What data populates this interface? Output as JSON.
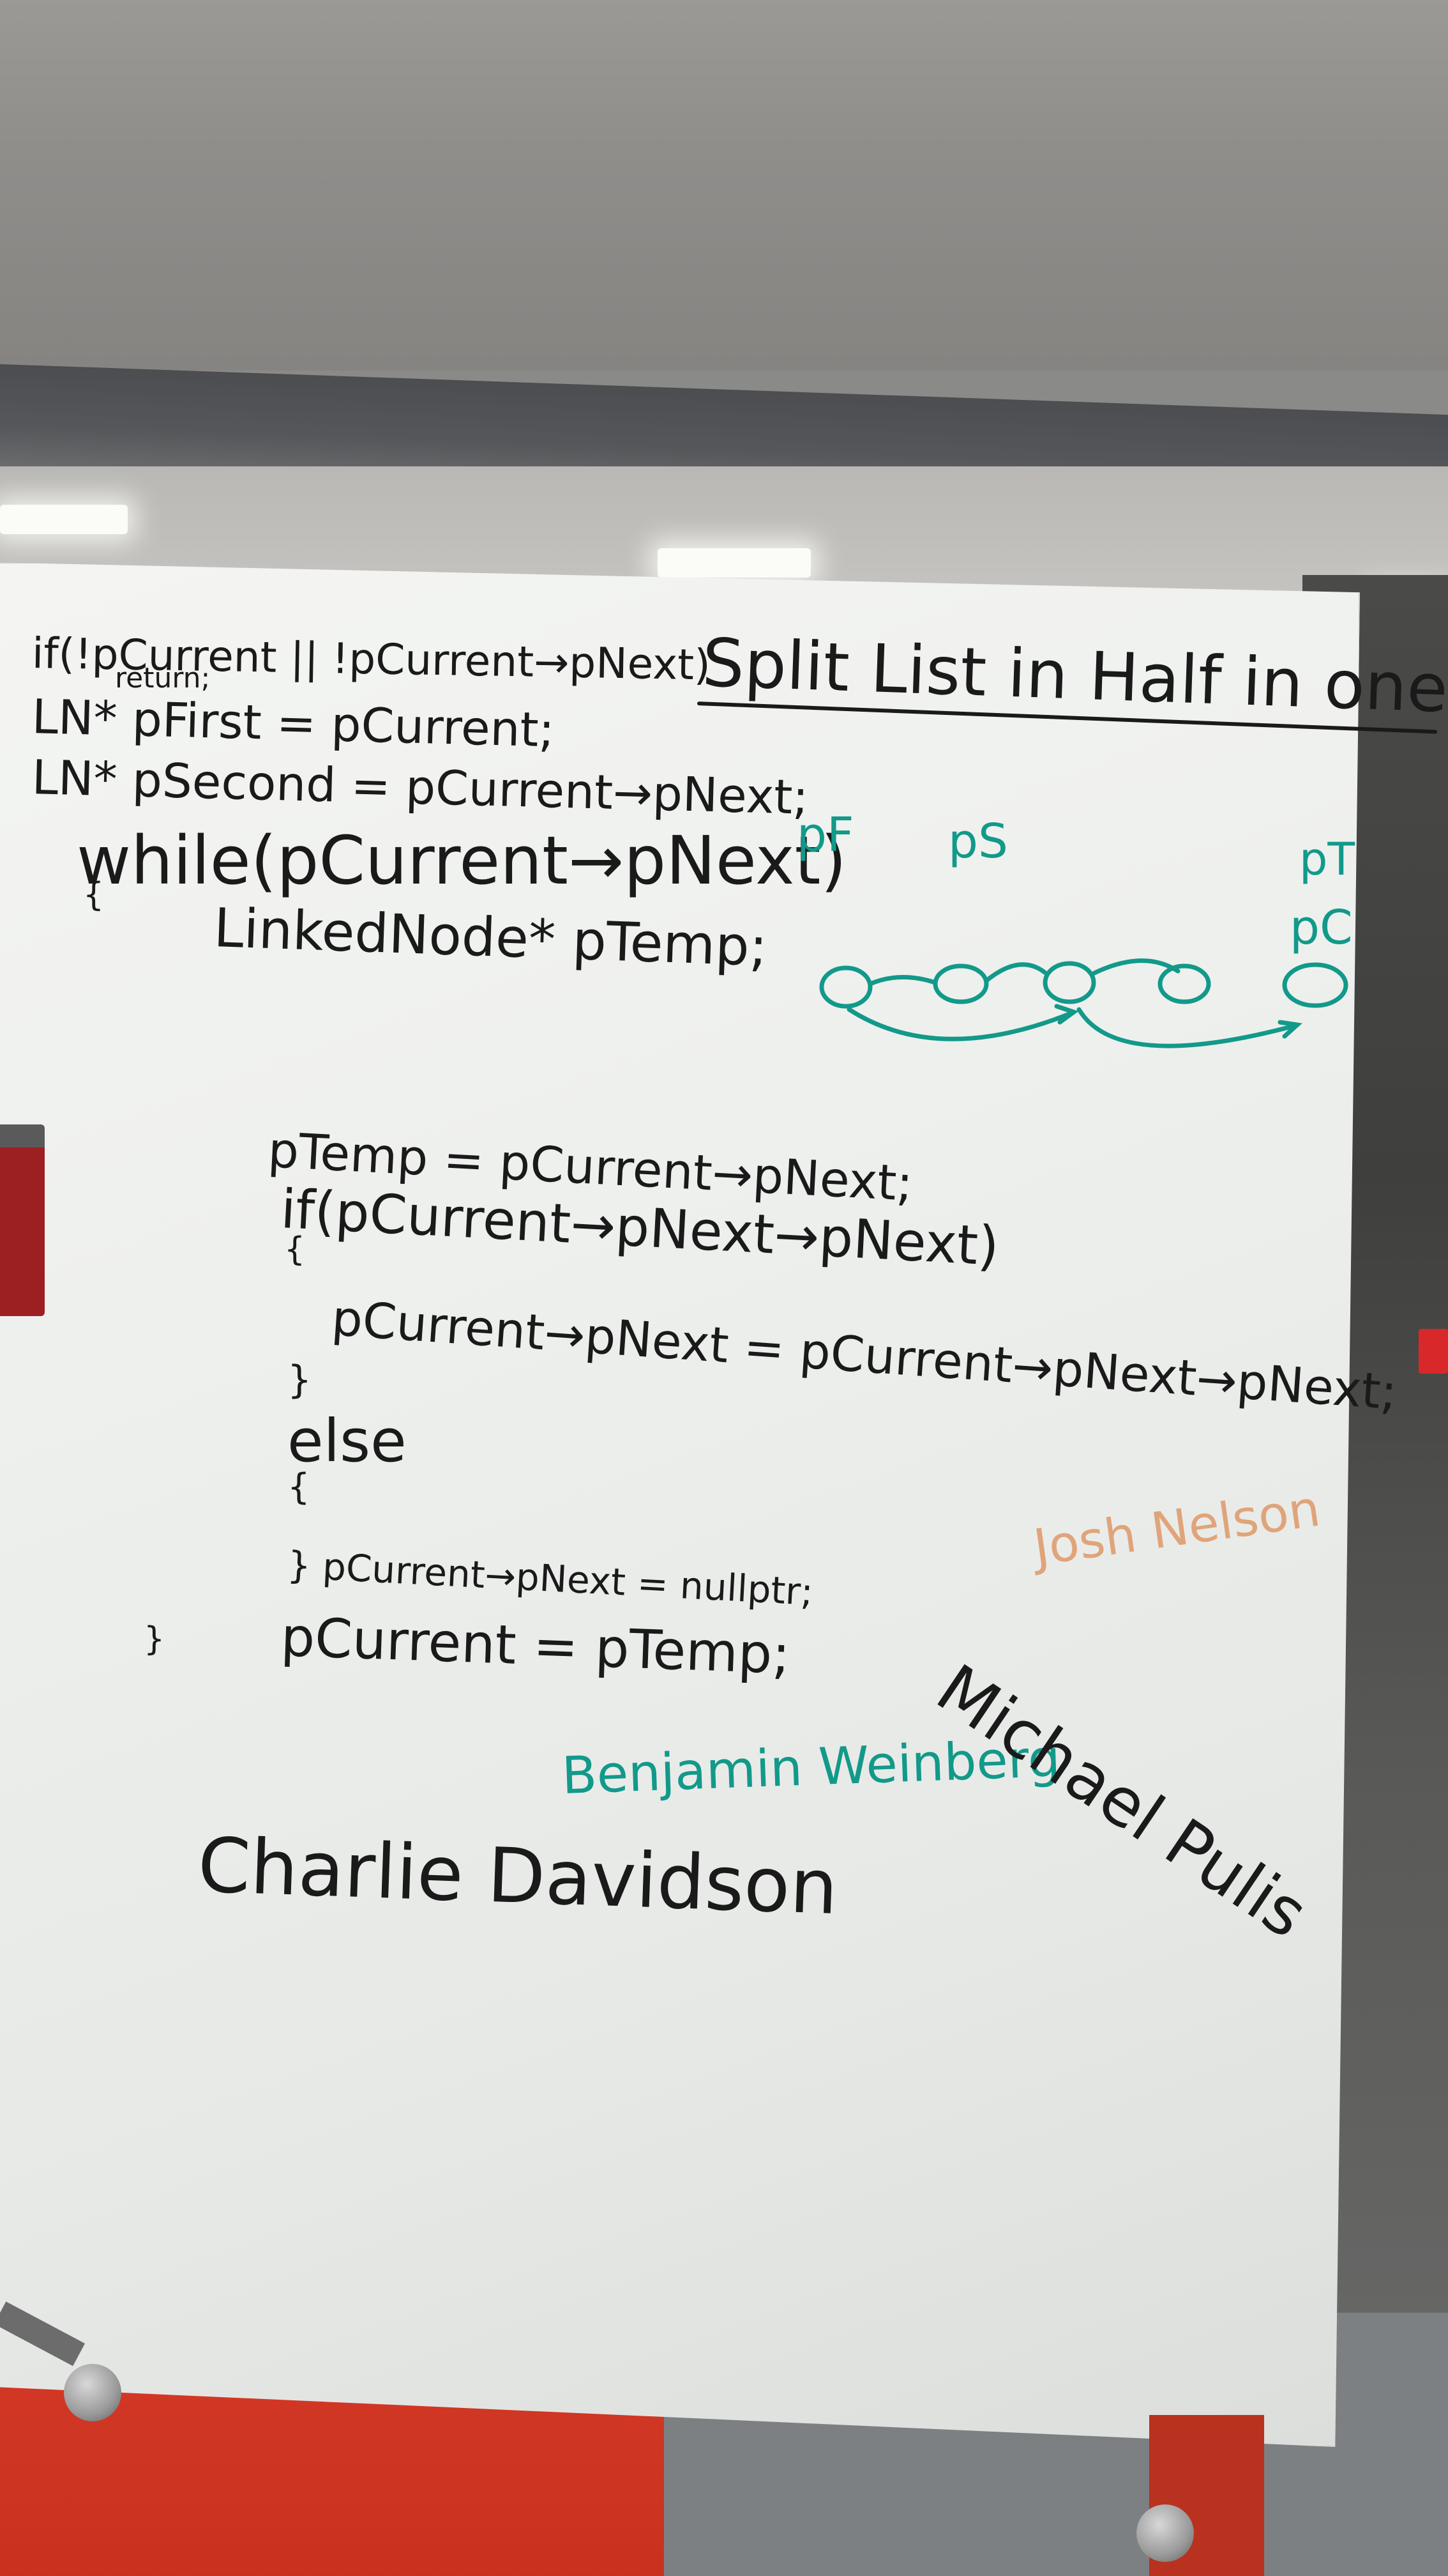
{
  "whiteboard": {
    "title": "Split List in Half in one pass",
    "code": {
      "line1": "if(!pCurrent || !pCurrent→pNext)",
      "line1_note": "return;",
      "line2": "LN* pFirst = pCurrent;",
      "line3": "LN* pSecond = pCurrent→pNext;",
      "line4": "while(pCurrent→pNext)",
      "brace_open_1": "{",
      "line5": "LinkedNode* pTemp;",
      "line6": "pTemp = pCurrent→pNext;",
      "line7": "if(pCurrent→pNext→pNext)",
      "brace_open_2": "{",
      "line8": "pCurrent→pNext = pCurrent→pNext→pNext;",
      "brace_close_2": "}",
      "line9": "else",
      "brace_open_3": "{",
      "line10": "} pCurrent→pNext = nullptr;",
      "line11": "pCurrent = pTemp;",
      "brace_close_1": "}"
    },
    "diagram": {
      "label_pf": "pF",
      "label_ps": "pS",
      "label_pt": "pT",
      "label_pc": "pC",
      "color": "#12998a"
    },
    "signatures": {
      "sig1": "Charlie Davidson",
      "sig2": "Benjamin Weinberg",
      "sig3": "Michael Pulis",
      "sig4": "Josh Nelson"
    }
  }
}
